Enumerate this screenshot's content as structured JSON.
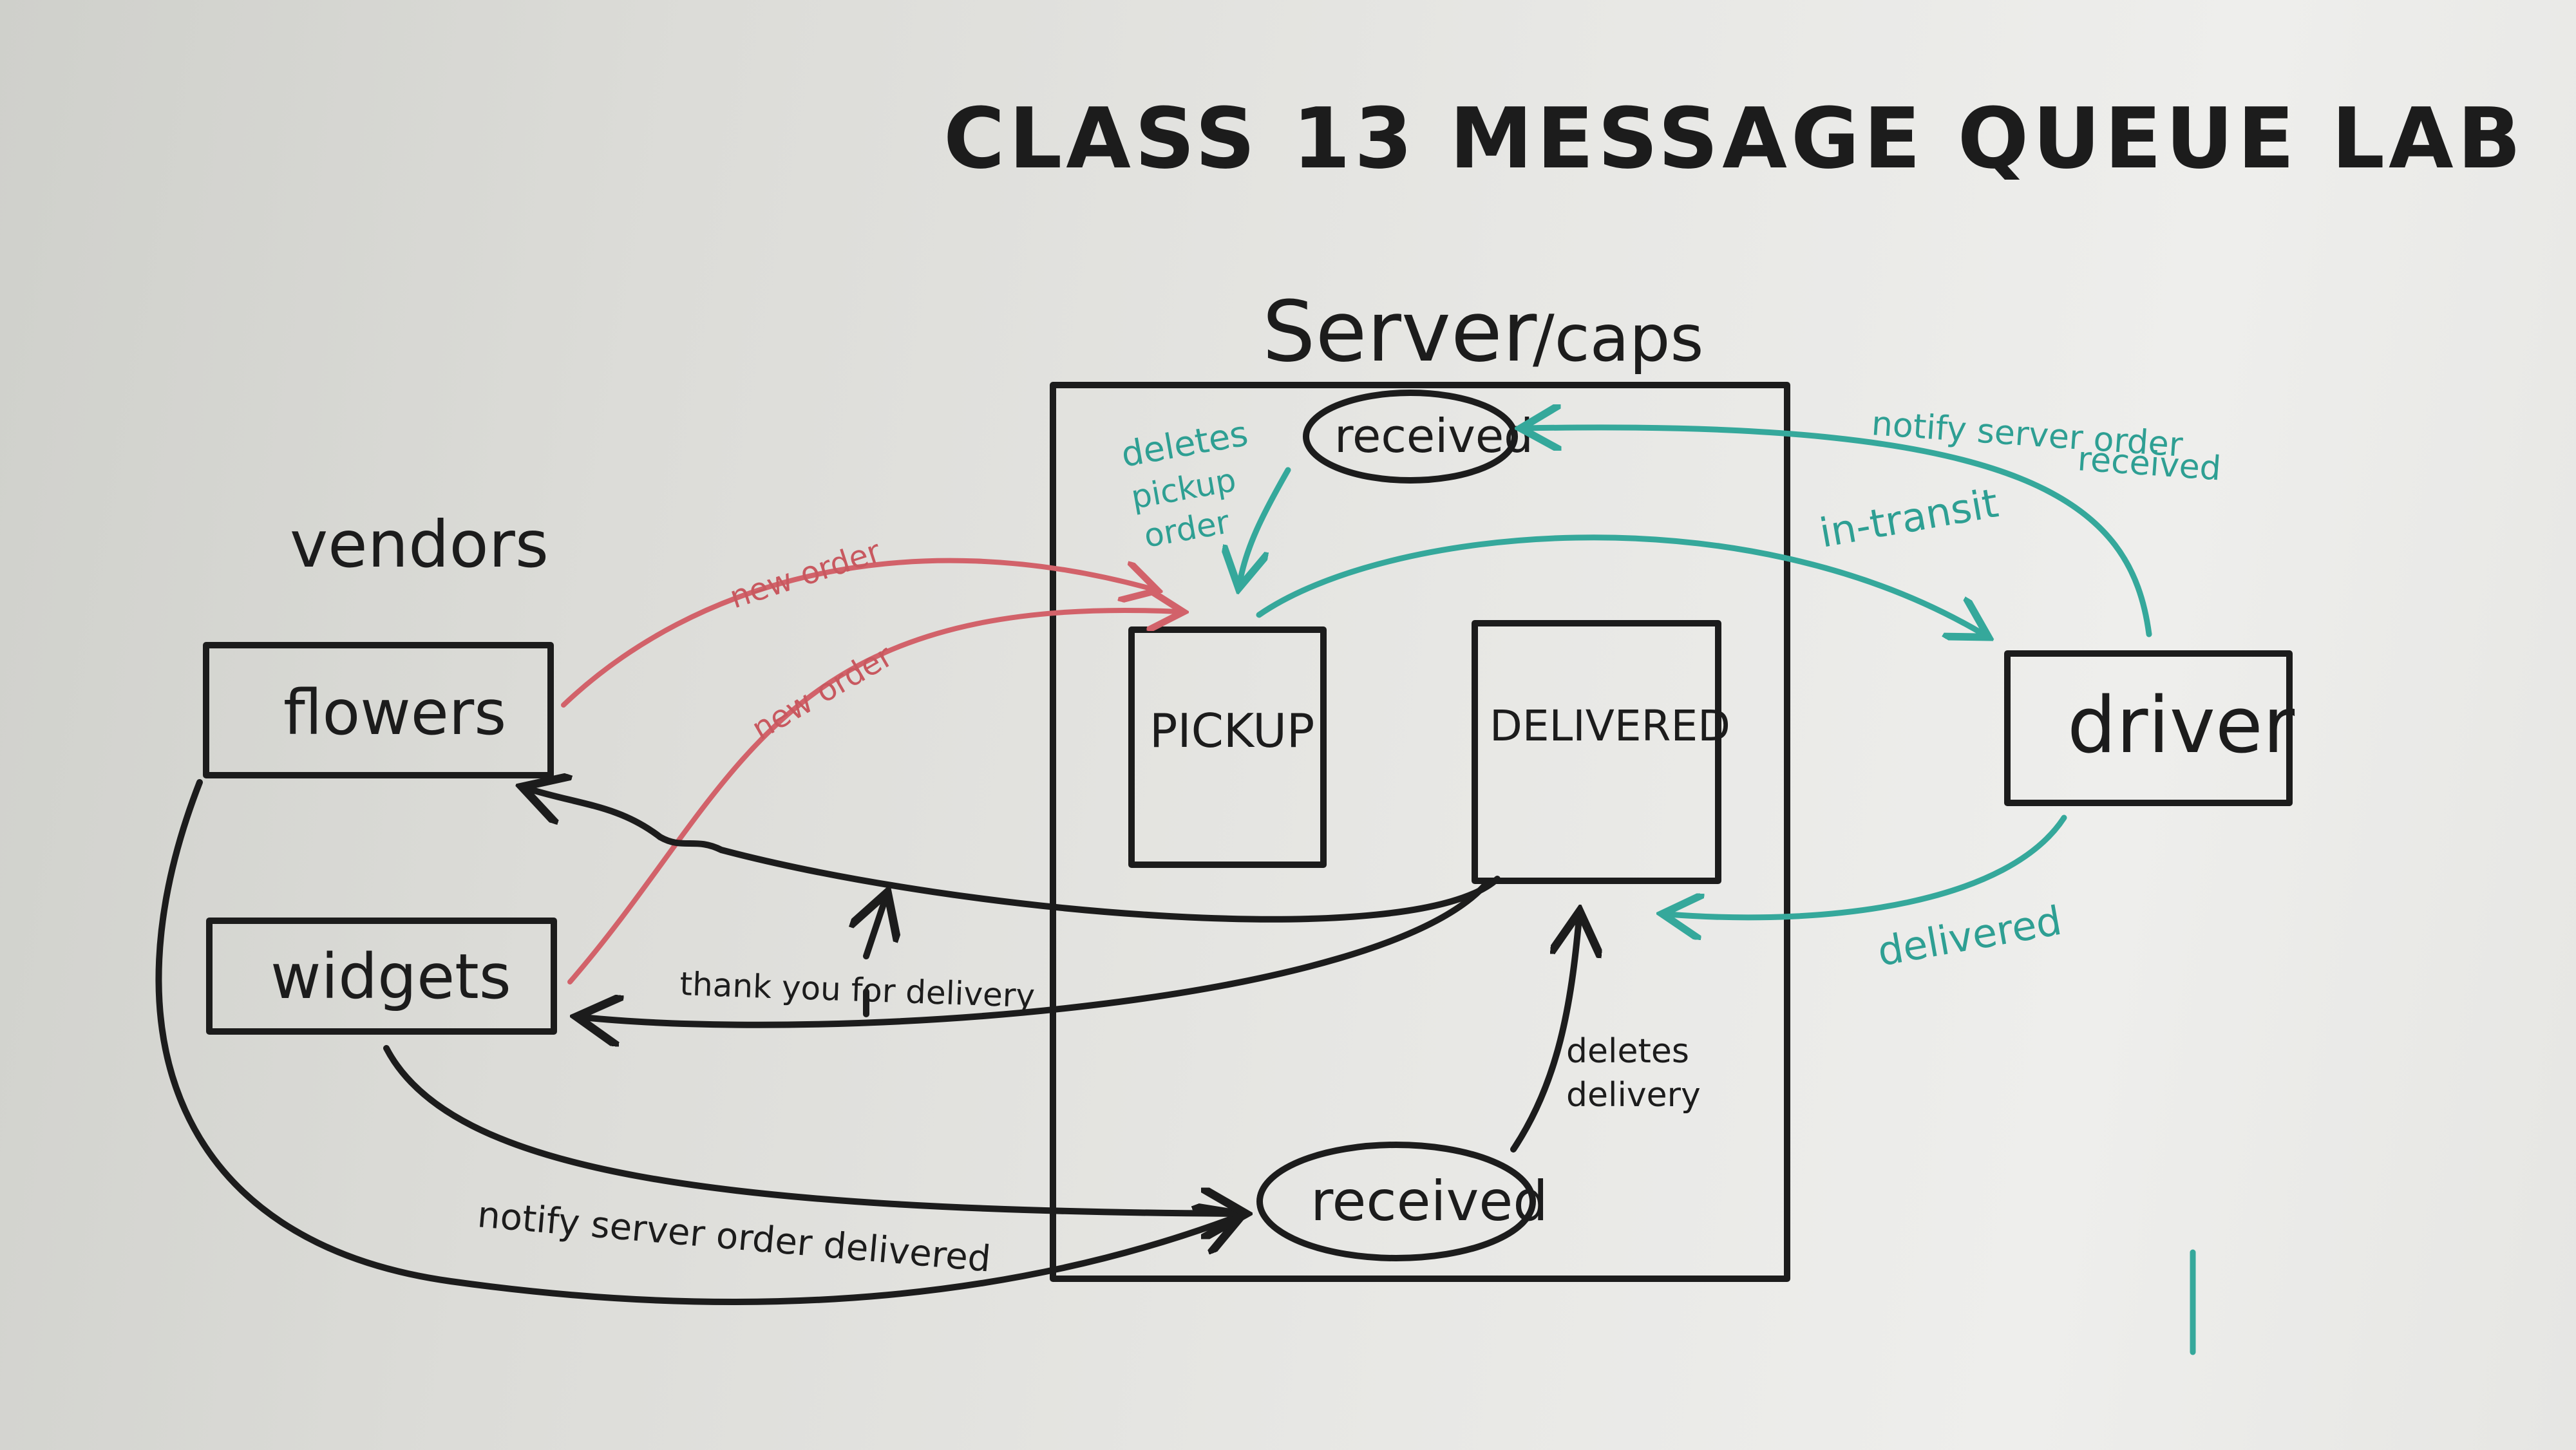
{
  "title": "CLASS 13  MESSAGE QUEUE LAB",
  "server": {
    "label": "Server",
    "namespace": "/caps",
    "queues": {
      "pickup": "PICKUP",
      "delivered": "DELIVERED"
    },
    "received_top": "received",
    "received_bottom": "received"
  },
  "vendors": {
    "heading": "vendors",
    "items": [
      "flowers",
      "widgets"
    ]
  },
  "driver": {
    "label": "driver"
  },
  "annotations": {
    "new_order_1": "new order",
    "new_order_2": "new order",
    "thank_you": "thank you for delivery",
    "notify_delivered": "notify server order delivered",
    "deletes_delivery_1": "deletes",
    "deletes_delivery_2": "delivery",
    "deletes_pickup_1": "deletes",
    "deletes_pickup_2": "pickup",
    "deletes_pickup_3": "order",
    "in_transit": "in-transit",
    "notify_received_1": "notify server order",
    "notify_received_2": "received",
    "delivered": "delivered"
  },
  "colors": {
    "black_marker": "#1c1c1c",
    "red_marker": "#d2626a",
    "teal_marker": "#35a89b",
    "board": "#e6e6e3"
  }
}
